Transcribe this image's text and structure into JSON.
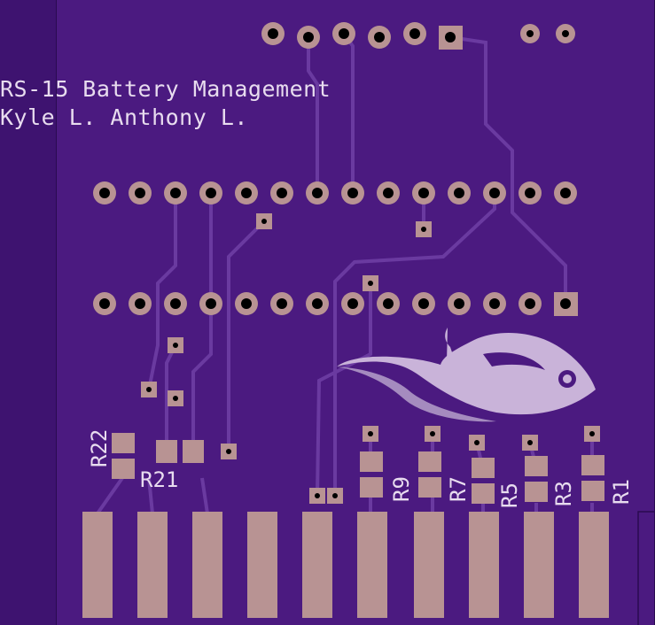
{
  "silkscreen": {
    "title": "RS-15 Battery Management",
    "authors": "Kyle L. Anthony L."
  },
  "labels": {
    "r22": "R22",
    "r21": "R21",
    "r9": "R9",
    "r7": "R7",
    "r5": "R5",
    "r3": "R3",
    "r1": "R1"
  },
  "colors": {
    "board": "#4b1a80",
    "background": "#3e1370",
    "copper": "#b89393",
    "trace": "#6a3aa0",
    "silk": "#e8dcef"
  }
}
